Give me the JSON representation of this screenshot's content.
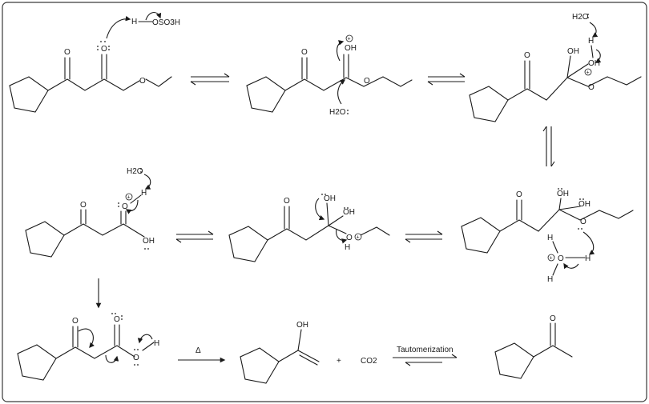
{
  "atoms": {
    "o": "O",
    "oh": "OH",
    "h": "H",
    "water": "H2O",
    "oso3h": "OSO3H",
    "co2": "CO2"
  },
  "reagents": {
    "plus": "+",
    "heat": "Δ",
    "tautomerization": "Tautomerization"
  }
}
